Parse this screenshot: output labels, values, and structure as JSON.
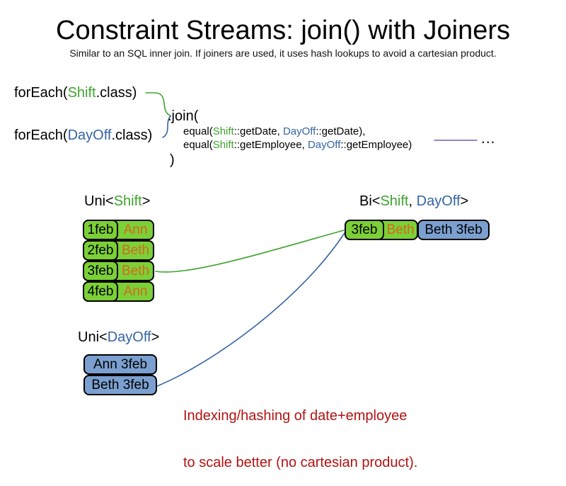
{
  "slide": {
    "title": "Constraint Streams: join() with Joiners",
    "subtitle": "Similar to an SQL inner join. If joiners are used, it uses hash lookups to avoid a cartesian product."
  },
  "code": {
    "foreach_shift": {
      "prefix": "forEach(",
      "class_name": "Shift",
      "suffix": ".class)"
    },
    "foreach_dayoff": {
      "prefix": "forEach(",
      "class_name": "DayOff",
      "suffix": ".class)"
    },
    "join_open": ".join(",
    "joiner1": {
      "prefix": "equal(",
      "shift": "Shift",
      "mid": "::getDate, ",
      "dayoff": "DayOff",
      "rest": "::getDate),"
    },
    "joiner2": {
      "prefix": "equal(",
      "shift": "Shift",
      "mid": "::getEmployee, ",
      "dayoff": "DayOff",
      "rest": "::getEmployee)"
    },
    "ellipsis": "...",
    "join_close": ")"
  },
  "uni_shift": {
    "label": {
      "prefix": "Uni<",
      "class_name": "Shift",
      "suffix": ">"
    },
    "rows": [
      {
        "date": "1feb",
        "employee": "Ann"
      },
      {
        "date": "2feb",
        "employee": "Beth"
      },
      {
        "date": "3feb",
        "employee": "Beth"
      },
      {
        "date": "4feb",
        "employee": "Ann"
      }
    ]
  },
  "uni_dayoff": {
    "label": {
      "prefix": "Uni<",
      "class_name": "DayOff",
      "suffix": ">"
    },
    "rows": [
      "Ann 3feb",
      "Beth 3feb"
    ]
  },
  "bi": {
    "label": {
      "prefix": "Bi<",
      "shift": "Shift",
      "sep": ", ",
      "dayoff": "DayOff",
      "suffix": ">"
    },
    "row": {
      "shift_date": "3feb",
      "shift_employee": "Beth",
      "dayoff": "Beth 3feb"
    }
  },
  "note": {
    "line1": "Indexing/hashing of date+employee",
    "line2": "to scale better (no cartesian product)."
  },
  "colors": {
    "shift_green_text": "#3FA32E",
    "dayoff_blue_text": "#3465A4",
    "shift_box_fill": "#7CD037",
    "dayoff_box_fill": "#7BA0D0",
    "employee_orange": "#D2691E",
    "note_red": "#B31312",
    "varargs_purple": "#7B5FA0"
  }
}
